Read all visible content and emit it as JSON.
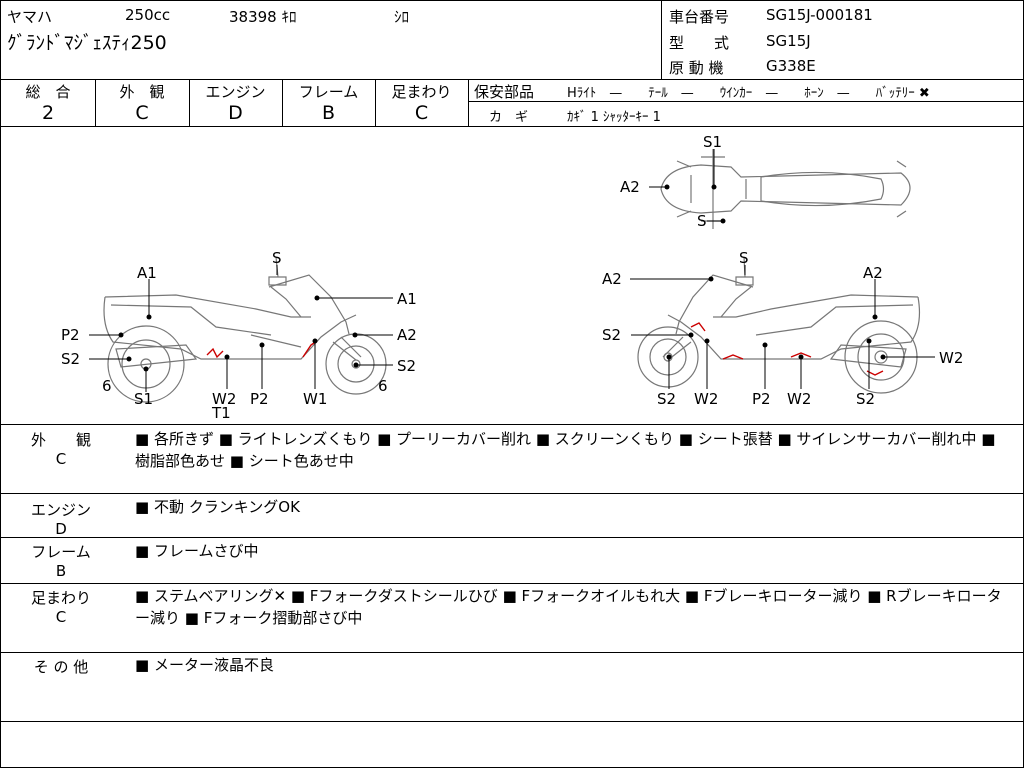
{
  "header": {
    "maker": "ヤマハ",
    "displacement": "250cc",
    "mileage": "38398 ｷﾛ",
    "color": "ｼﾛ",
    "model_name": "ｸﾞﾗﾝﾄﾞﾏｼﾞｪｽﾃｨ250",
    "frame_no_label": "車台番号",
    "frame_no": "SG15J-000181",
    "model_code_label": "型　　式",
    "model_code": "SG15J",
    "engine_label": "原 動 機",
    "engine_code": "G338E"
  },
  "grades": [
    {
      "label": "総　合",
      "value": "2"
    },
    {
      "label": "外　観",
      "value": "C"
    },
    {
      "label": "エンジン",
      "value": "D"
    },
    {
      "label": "フレーム",
      "value": "B"
    },
    {
      "label": "足まわり",
      "value": "C"
    }
  ],
  "safety": {
    "label": "保安部品",
    "line1": "Hﾗｲﾄ　—　　ﾃｰﾙ　—　　ｳｲﾝｶｰ　—　　ﾎｰﾝ　—　　ﾊﾞｯﾃﾘｰ ✖",
    "key_label": "カ　ギ",
    "key_value": "ｶｷﾞ 1 ｼｬｯﾀｰｷｰ 1"
  },
  "diagram": {
    "left": {
      "labels": [
        "A1",
        "P2",
        "S2",
        "6",
        "S1",
        "W2",
        "T1",
        "P2",
        "W1",
        "6",
        "S2",
        "A2",
        "A1",
        "S"
      ]
    },
    "right": {
      "labels": [
        "A2",
        "S2",
        "S2",
        "W2",
        "P2",
        "W2",
        "S2",
        "W2",
        "A2",
        "S"
      ]
    },
    "top": {
      "labels": [
        "S1",
        "A2",
        "S"
      ]
    }
  },
  "sections": [
    {
      "label": "外　　観\nC",
      "text": "■ 各所きず ■ ライトレンズくもり ■ プーリーカバー削れ ■ スクリーンくもり ■ シート張替 ■ サイレンサーカバー削れ中 ■ 樹脂部色あせ ■ シート色あせ中"
    },
    {
      "label": "エンジン\nD",
      "text": "■ 不動 クランキングOK"
    },
    {
      "label": "フレーム\nB",
      "text": "■ フレームさび中"
    },
    {
      "label": "足まわり\nC",
      "text": "■ ステムベアリング✕ ■ Fフォークダストシールひび ■ Fフォークオイルもれ大 ■ Fブレーキローター減り ■ Rブレーキローター減り ■ Fフォーク摺動部さび中"
    },
    {
      "label": "そ の 他",
      "text": "■ メーター液晶不良"
    }
  ]
}
